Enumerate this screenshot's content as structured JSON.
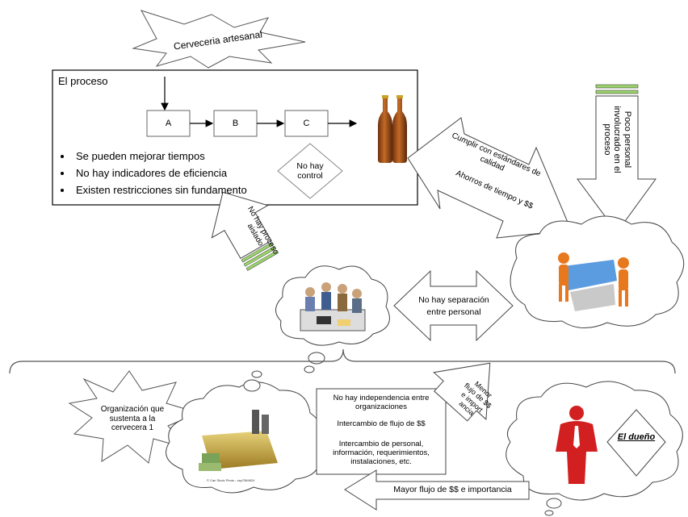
{
  "starburst_top": "Cerveceria artesanal",
  "process": {
    "title": "El proceso",
    "steps": [
      "A",
      "B",
      "C"
    ],
    "bullets": [
      "Se pueden mejorar tiempos",
      "No hay indicadores de eficiencia",
      "Existen restricciones sin fundamento"
    ],
    "diamond": "No hay control"
  },
  "big_arrow_text_1": "Cumplir con estándares de calidad",
  "big_arrow_text_2": "Ahorros de tiempo y $$",
  "down_arrow_text": "Poco personal involucrado en el proceso",
  "up_arrow_text": "No hay proceso aislado",
  "separation_arrow_text": "No hay separación entre personal",
  "org_box": {
    "line1": "No hay independencia entre organizaciones",
    "line2": "Intercambio de flujo de $$",
    "line3": "Intercambio de personal, información, requerimientos, instalaciones, etc."
  },
  "small_up_arrow_text": "Menor flujo de $$ e import ancia",
  "bottom_arrow_text": "Mayor flujo de $$ e importancia",
  "starburst_bottom": "Organización que sustenta a la cervecera 1",
  "owner_label": "El dueño",
  "factory_caption": "© Can Stock Photo - csp7584824",
  "colors": {
    "arrow_fill": "#ffffff",
    "green_band": "#9bd36b",
    "bottle": "#a0521b",
    "blue_puzzle": "#4a90d9",
    "orange_person": "#e8781e",
    "red_person": "#d22020"
  }
}
